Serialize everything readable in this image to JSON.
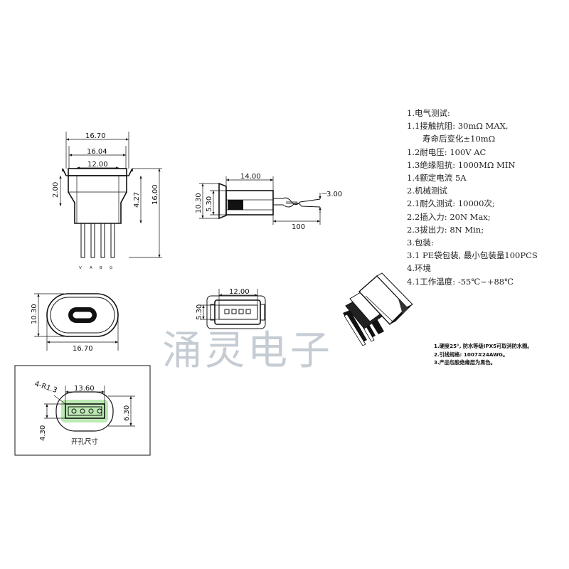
{
  "specs": [
    "1.电气测试:",
    "1.1接触抗阻: 30mΩ MAX,",
    "   寿命后变化±10mΩ",
    "1.2耐电压: 100V AC",
    "1.3绝缘阻抗: 1000MΩ MIN",
    "1.4额定电流 5A",
    "2.机械测试",
    "2.1耐久测试: 10000次;",
    "2.2插入力: 20N Max;",
    "2.3拔出力: 8N Min;",
    "3.包装:",
    "3.1 PE袋包装, 最小包装量100PCS",
    "4.环境",
    "4.1工作温度: -55℃~+88℃"
  ],
  "notes": [
    "1.硬度25°, 防水等级IPX5可取消防水圈。",
    "2.引线规格: 1007#24AWG。",
    "3.产品包胶绝缘层为黑色。"
  ],
  "watermark": "涌灵电子",
  "front_view": {
    "w_top": "16.70",
    "w_mid": "16.04",
    "w_body": "12.00",
    "h_flange": "2.00",
    "h_body": "4.27",
    "h_total": "16.00",
    "pin_labels": [
      "V",
      "A",
      "B",
      "G"
    ]
  },
  "side_view": {
    "len_body": "14.00",
    "h_outer": "10.30",
    "h_inner": "5.30",
    "wire_dia": "3.00",
    "wire_len": "100"
  },
  "end_view": {
    "h": "10.30",
    "w": "16.70"
  },
  "plug_view": {
    "w": "12.00",
    "h": "5.30"
  },
  "cutout_view": {
    "radius": "4-R1.3",
    "w": "13.60",
    "h_right": "6.30",
    "h_left": "4.30",
    "label": "开孔尺寸"
  }
}
